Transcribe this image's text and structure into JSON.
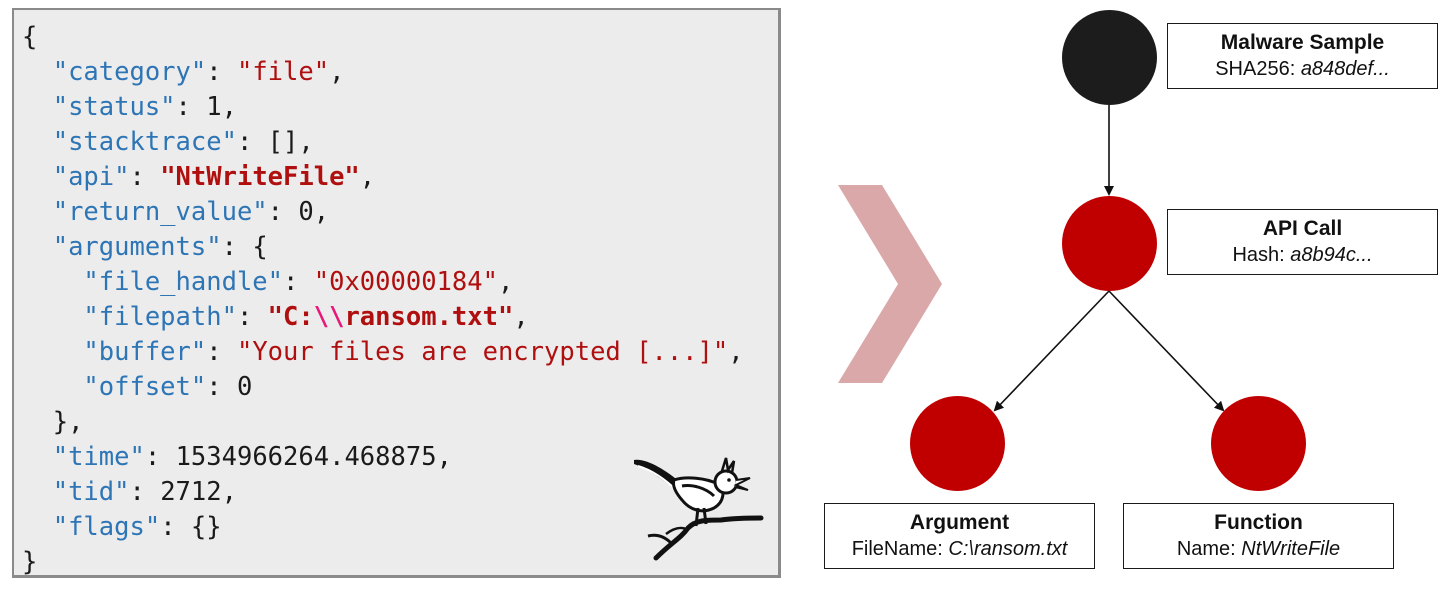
{
  "code_panel": {
    "lines": [
      {
        "indent": 0,
        "open": "{"
      },
      {
        "indent": 1,
        "key": "\"category\"",
        "value": "\"file\"",
        "value_type": "string",
        "trail": ","
      },
      {
        "indent": 1,
        "key": "\"status\"",
        "value": "1",
        "value_type": "number",
        "trail": ","
      },
      {
        "indent": 1,
        "key": "\"stacktrace\"",
        "value": "[]",
        "value_type": "punct",
        "trail": ","
      },
      {
        "indent": 1,
        "key": "\"api\"",
        "value": "\"NtWriteFile\"",
        "value_type": "string-bold",
        "trail": ","
      },
      {
        "indent": 1,
        "key": "\"return_value\"",
        "value": "0",
        "value_type": "number",
        "trail": ","
      },
      {
        "indent": 1,
        "key": "\"arguments\"",
        "value": "{",
        "value_type": "punct",
        "trail": ""
      },
      {
        "indent": 2,
        "key": "\"file_handle\"",
        "value": "\"0x00000184\"",
        "value_type": "string",
        "trail": ","
      },
      {
        "indent": 2,
        "key": "\"filepath\"",
        "value_parts": [
          "\"C:",
          "\\\\",
          "ransom.txt\""
        ],
        "value_type": "string-bold-escape",
        "trail": ","
      },
      {
        "indent": 2,
        "key": "\"buffer\"",
        "value": "\"Your files are encrypted [...]\"",
        "value_type": "string",
        "trail": ","
      },
      {
        "indent": 2,
        "key": "\"offset\"",
        "value": "0",
        "value_type": "number",
        "trail": ""
      },
      {
        "indent": 1,
        "close": "},"
      },
      {
        "indent": 1,
        "key": "\"time\"",
        "value": "1534966264.468875",
        "value_type": "number",
        "trail": ","
      },
      {
        "indent": 1,
        "key": "\"tid\"",
        "value": "2712",
        "value_type": "number",
        "trail": ","
      },
      {
        "indent": 1,
        "key": "\"flags\"",
        "value": "{}",
        "value_type": "punct",
        "trail": ""
      },
      {
        "indent": 0,
        "close": "}"
      }
    ],
    "logo_icon": "bird-on-branch-icon"
  },
  "arrow": {
    "icon": "chevron-right-icon",
    "color": "#dba8aa"
  },
  "graph": {
    "nodes": [
      {
        "id": "malware",
        "color": "#1c1c1c",
        "title": "Malware Sample",
        "sub_label": "SHA256: ",
        "sub_value": "a848def..."
      },
      {
        "id": "api",
        "color": "#c00000",
        "title": "API Call",
        "sub_label": "Hash: ",
        "sub_value": "a8b94c..."
      },
      {
        "id": "argument",
        "color": "#c00000",
        "title": "Argument",
        "sub_label": "FileName: ",
        "sub_value": "C:\\ransom.txt"
      },
      {
        "id": "function",
        "color": "#c00000",
        "title": "Function",
        "sub_label": "Name: ",
        "sub_value": "NtWriteFile"
      }
    ],
    "edges": [
      {
        "from": "malware",
        "to": "api"
      },
      {
        "from": "api",
        "to": "argument"
      },
      {
        "from": "api",
        "to": "function"
      }
    ]
  },
  "colors": {
    "json_key": "#2e75b6",
    "json_string": "#b00f0f",
    "json_escape": "#e8177a",
    "panel_bg": "#ececec",
    "node_red": "#c00000",
    "node_black": "#1c1c1c"
  }
}
